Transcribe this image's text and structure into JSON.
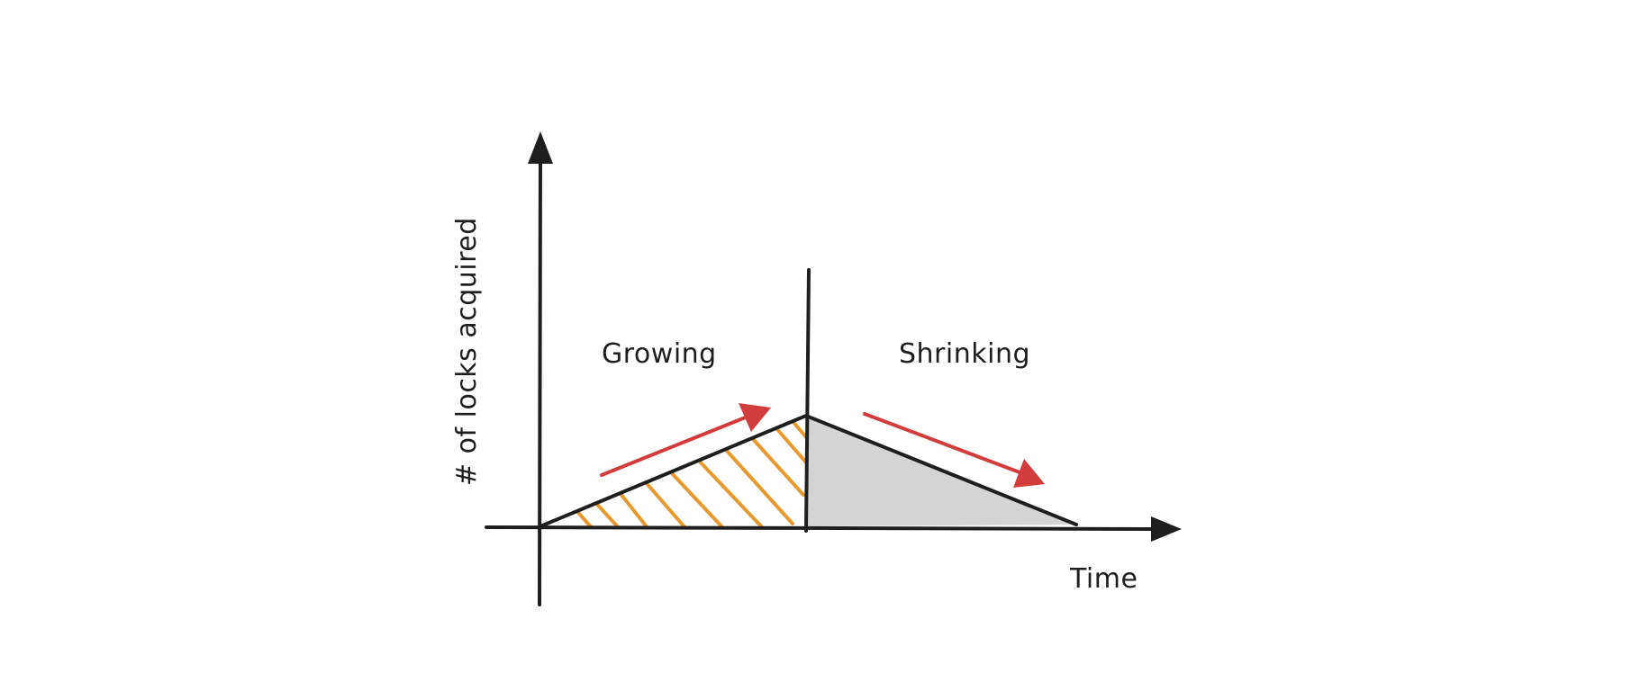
{
  "labels": {
    "y_axis": "# of locks acquired",
    "x_axis": "Time",
    "growing": "Growing",
    "shrinking": "Shrinking"
  },
  "colors": {
    "ink": "#1e1e1e",
    "hatch": "#e69a2e",
    "shrinking_fill": "#d4d4d4",
    "arrow": "#d23c3c"
  }
}
